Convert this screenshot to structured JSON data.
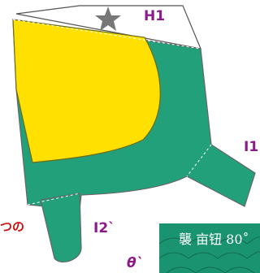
{
  "labels": {
    "h1": "H1",
    "i1": "I1",
    "i2": "I2`",
    "theta": "θ`",
    "partial_left": "つの",
    "patch_text": "襲 亩钮 80˚"
  },
  "icons": {
    "star": "star-icon"
  },
  "colors": {
    "shape_fill": "#21a07a",
    "shape_stroke": "#666666",
    "yellow_fill": "#ffe000",
    "yellow_stroke": "#6b6b1a",
    "label_purple": "#8b1a8b",
    "label_red": "#cc1111",
    "patch_fill": "#1a9470",
    "star_fill": "#777777"
  }
}
